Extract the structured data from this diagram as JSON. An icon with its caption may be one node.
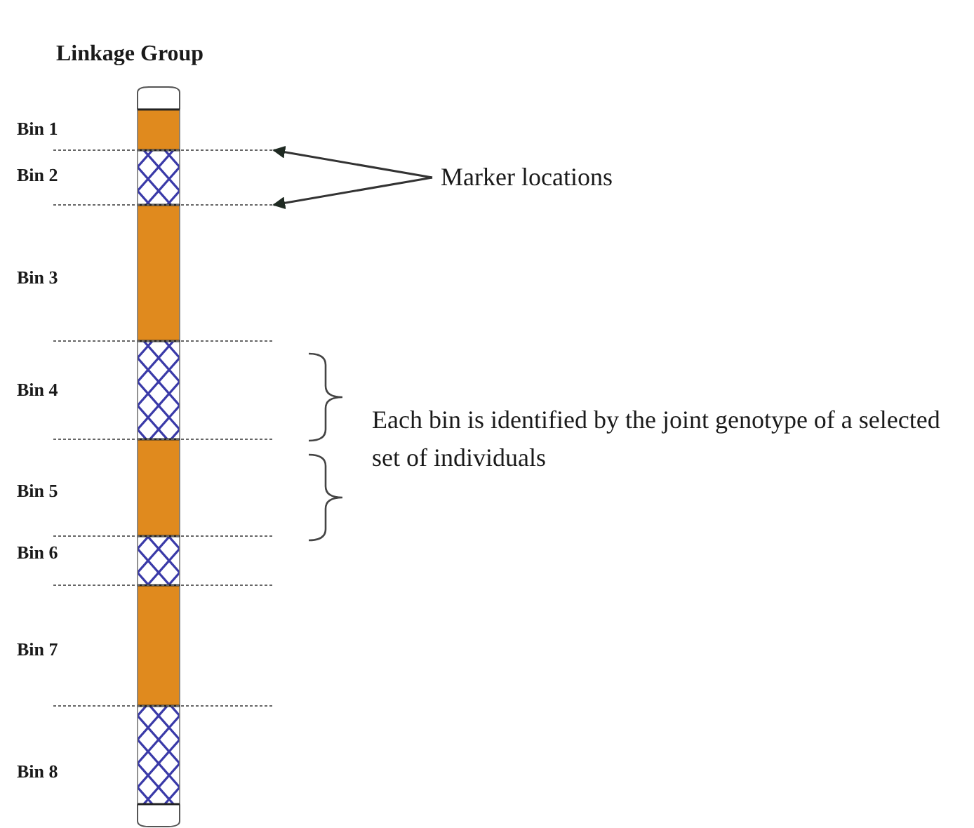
{
  "diagram": {
    "title": "Linkage Group",
    "nodes": [
      {
        "text": [
          "Marker locations"
        ]
      },
      {
        "text": [],
        "shape": "line"
      },
      {
        "text": [],
        "shape": "line"
      }
    ],
    "edges": [
      {
        "from": 0,
        "to": 1,
        "arrow": "to"
      },
      {
        "from": 0,
        "to": 2,
        "arrow": "to"
      }
    ],
    "labels": [
      "Bin 1",
      "Bin 2",
      "Bin 3",
      "Bin 4",
      "Bin 5",
      "Bin 6",
      "Bin 7",
      "Bin 8",
      "Each bin is identified by the joint genotype of a selected set of individuals"
    ]
  }
}
